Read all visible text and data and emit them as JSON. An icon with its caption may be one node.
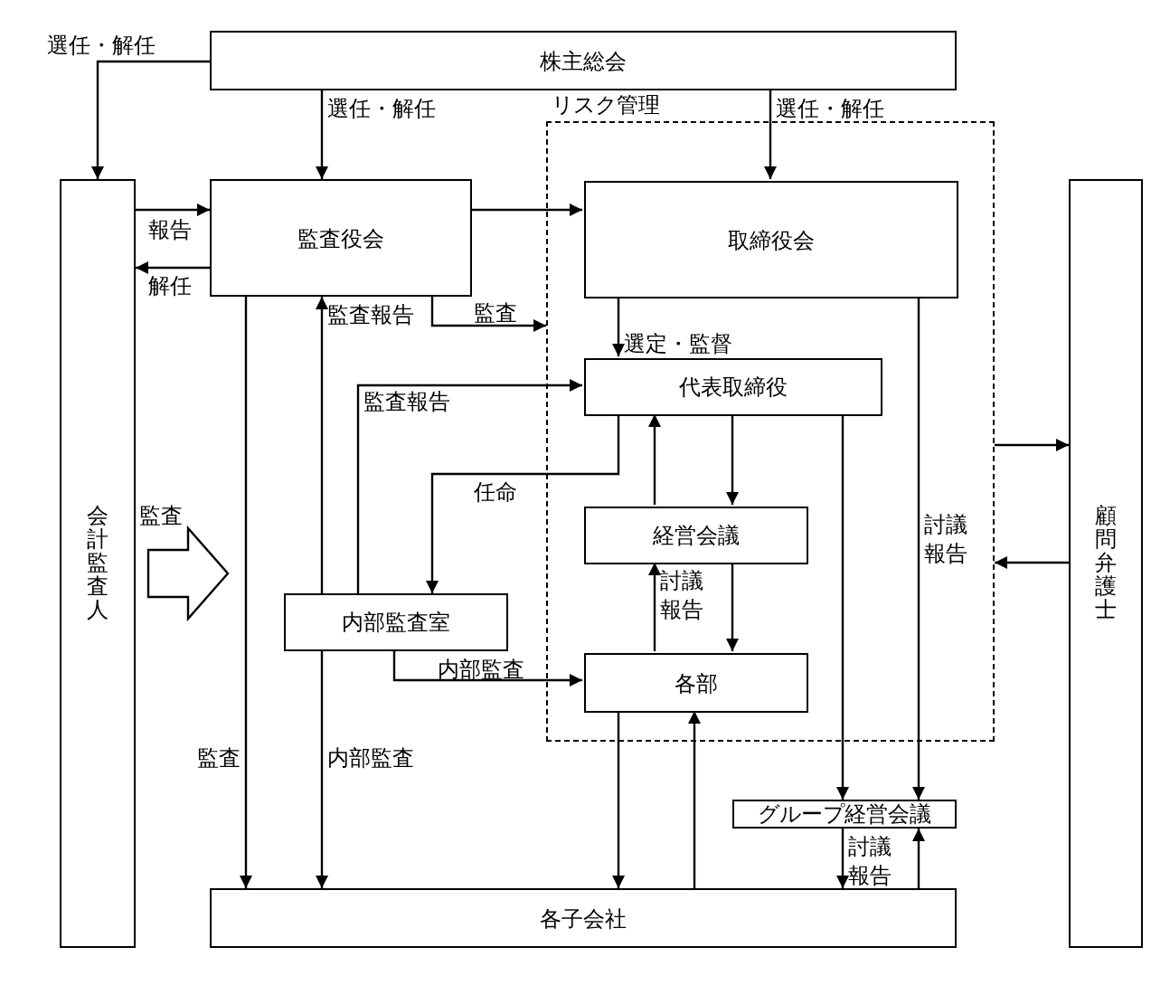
{
  "diagram": {
    "nodes": [
      {
        "text": [
          "株主総会"
        ]
      },
      {
        "text": [
          "会計監査人"
        ]
      },
      {
        "text": [
          "監査役会"
        ]
      },
      {
        "text": [
          "リスク管理"
        ]
      },
      {
        "text": [
          "取締役会"
        ],
        "in": 3
      },
      {
        "text": [
          "代表取締役"
        ],
        "in": 3
      },
      {
        "text": [
          "経営会議"
        ],
        "in": 3
      },
      {
        "text": [
          "各部"
        ],
        "in": 3
      },
      {
        "text": [
          "内部監査室"
        ]
      },
      {
        "text": [
          "グループ経営会議"
        ]
      },
      {
        "text": [
          "各子会社"
        ]
      },
      {
        "text": [
          "顧問弁護士"
        ]
      }
    ],
    "edges": [
      {
        "from": 0,
        "to": 1,
        "arrow": "to",
        "label": "選任・解任"
      },
      {
        "from": 0,
        "to": 2,
        "arrow": "to",
        "label": "選任・解任"
      },
      {
        "from": 0,
        "to": 4,
        "arrow": "to",
        "label": "選任・解任"
      },
      {
        "from": 1,
        "to": 2,
        "arrow": "to",
        "label": "報告"
      },
      {
        "from": 2,
        "to": 1,
        "arrow": "to",
        "label": "解任"
      },
      {
        "from": 2,
        "to": 4,
        "arrow": "to"
      },
      {
        "from": 2,
        "to": 3,
        "arrow": "to",
        "label": "監査"
      },
      {
        "from": 4,
        "to": 5,
        "arrow": "to",
        "label": "選定・監督"
      },
      {
        "from": 8,
        "to": 2,
        "arrow": "to",
        "label": "監査報告"
      },
      {
        "from": 8,
        "to": 5,
        "arrow": "to",
        "label": "監査報告"
      },
      {
        "from": 5,
        "to": 8,
        "arrow": "to",
        "label": "任命"
      },
      {
        "from": 6,
        "to": 5,
        "arrow": "to"
      },
      {
        "from": 5,
        "to": 6,
        "arrow": "to"
      },
      {
        "from": 7,
        "to": 6,
        "arrow": "to",
        "label": "討議報告"
      },
      {
        "from": 6,
        "to": 7,
        "arrow": "to"
      },
      {
        "from": 8,
        "to": 7,
        "arrow": "to",
        "label": "内部監査"
      },
      {
        "from": 2,
        "to": 10,
        "arrow": "to",
        "label": "監査"
      },
      {
        "from": 8,
        "to": 10,
        "arrow": "to",
        "label": "内部監査"
      },
      {
        "from": 7,
        "to": 10,
        "arrow": "to"
      },
      {
        "from": 10,
        "to": 7,
        "arrow": "to"
      },
      {
        "from": 5,
        "to": 9,
        "arrow": "to"
      },
      {
        "from": 4,
        "to": 9,
        "arrow": "to",
        "label": "討議報告"
      },
      {
        "from": 9,
        "to": 10,
        "arrow": "to",
        "label": "討議報告"
      },
      {
        "from": 10,
        "to": 9,
        "arrow": "to"
      },
      {
        "from": 3,
        "to": 11,
        "arrow": "to"
      },
      {
        "from": 11,
        "to": 3,
        "arrow": "to"
      }
    ],
    "labels": [
      "監査"
    ]
  }
}
